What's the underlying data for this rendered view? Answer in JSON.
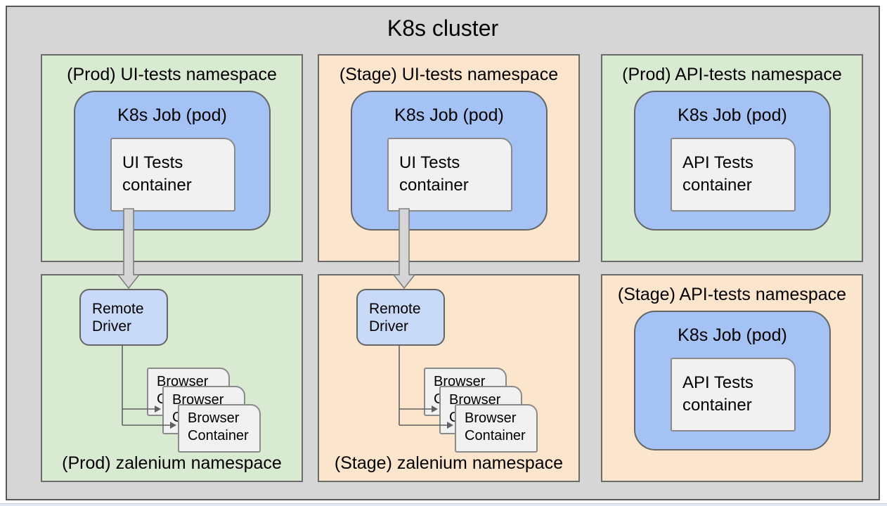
{
  "cluster": {
    "title": "K8s cluster"
  },
  "colors": {
    "cluster_background": "#d6d6d6",
    "prod_namespace_background": "#d9ead3",
    "stage_namespace_background": "#fce5cd",
    "k8s_job_background": "#a4c2f4",
    "remote_driver_background": "#c9daf8",
    "container_background": "#f1f1f1",
    "border_gray": "#666666",
    "arrow_fill": "#d5d5d5"
  },
  "namespaces": {
    "prod_ui": {
      "label": "(Prod) UI-tests namespace",
      "job_label": "K8s Job (pod)",
      "container": [
        "UI Tests",
        "container"
      ]
    },
    "stage_ui": {
      "label": "(Stage) UI-tests namespace",
      "job_label": "K8s Job (pod)",
      "container": [
        "UI Tests",
        "container"
      ]
    },
    "prod_api": {
      "label": "(Prod) API-tests namespace",
      "job_label": "K8s Job (pod)",
      "container": [
        "API Tests",
        "container"
      ]
    },
    "stage_api": {
      "label": "(Stage) API-tests namespace",
      "job_label": "K8s Job (pod)",
      "container": [
        "API Tests",
        "container"
      ]
    },
    "prod_zalenium": {
      "label": "(Prod) zalenium namespace",
      "driver": [
        "Remote",
        "Driver"
      ],
      "browser": [
        "Browser",
        "Container"
      ]
    },
    "stage_zalenium": {
      "label": "(Stage) zalenium namespace",
      "driver": [
        "Remote",
        "Driver"
      ],
      "browser": [
        "Browser",
        "Container"
      ]
    }
  }
}
